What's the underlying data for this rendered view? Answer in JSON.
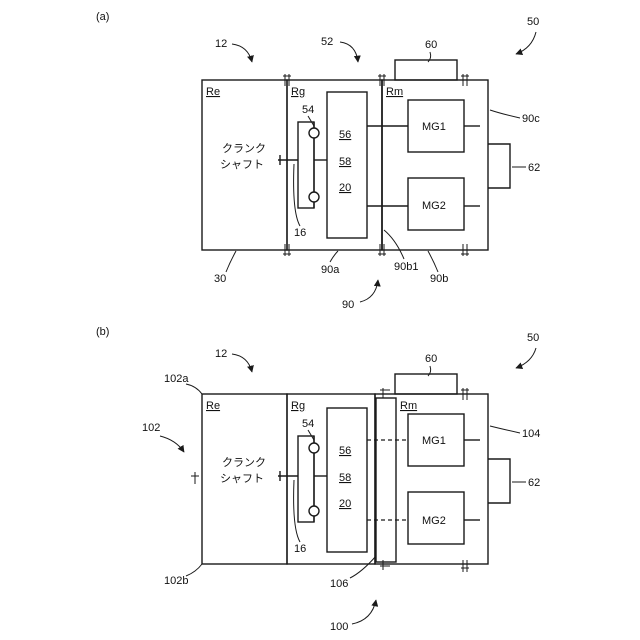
{
  "panel_a": {
    "tag": "(a)",
    "ref_12": "12",
    "ref_52": "52",
    "ref_50": "50",
    "ref_60": "60",
    "region_re": "Re",
    "region_rg": "Rg",
    "region_rm": "Rm",
    "ref_54": "54",
    "crank_line1": "クランク",
    "crank_line2": "シャフト",
    "ref_16": "16",
    "gear_56": "56",
    "gear_58": "58",
    "gear_20": "20",
    "mg1": "MG1",
    "mg2": "MG2",
    "ref_90c": "90c",
    "ref_62": "62",
    "ref_30": "30",
    "ref_90a": "90a",
    "ref_90b1": "90b1",
    "ref_90b": "90b",
    "ref_90": "90"
  },
  "panel_b": {
    "tag": "(b)",
    "ref_12": "12",
    "ref_50": "50",
    "ref_60": "60",
    "ref_102a": "102a",
    "ref_102": "102",
    "ref_102b": "102b",
    "region_re": "Re",
    "region_rg": "Rg",
    "region_rm": "Rm",
    "ref_54": "54",
    "crank_line1": "クランク",
    "crank_line2": "シャフト",
    "ref_16": "16",
    "gear_56": "56",
    "gear_58": "58",
    "gear_20": "20",
    "mg1": "MG1",
    "mg2": "MG2",
    "ref_104": "104",
    "ref_62": "62",
    "ref_106": "106",
    "ref_100": "100"
  }
}
